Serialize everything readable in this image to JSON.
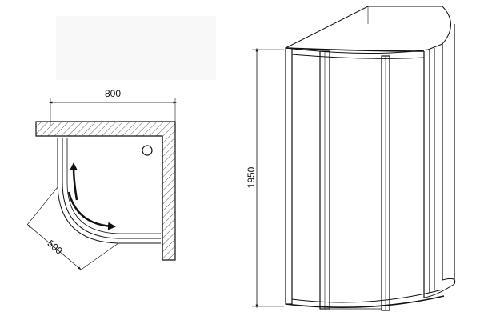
{
  "plan_view": {
    "width_label": "800",
    "door_label": "500"
  },
  "front_view": {
    "height_label": "1950"
  }
}
